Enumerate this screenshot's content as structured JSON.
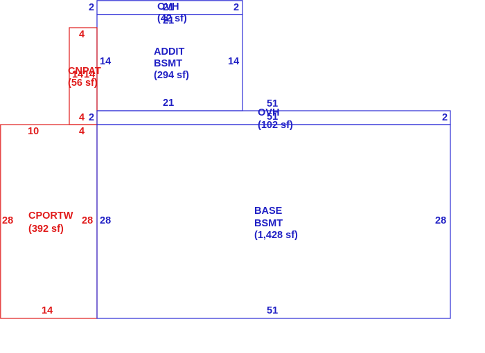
{
  "sketch": {
    "colors": {
      "building": "#2b2bd6",
      "exterior": "#e01b1b"
    },
    "areas": {
      "ovh_top": {
        "code": "OVH",
        "area": "(42 sf)"
      },
      "addit_bsmt": {
        "line1": "ADDIT",
        "line2": "BSMT",
        "area": "(294 sf)"
      },
      "cnpat": {
        "code": "CNPAT",
        "area": "(56 sf)"
      },
      "ovh_mid": {
        "code": "OVH",
        "area": "(102 sf)"
      },
      "cportw": {
        "code": "CPORTW",
        "area": "(392 sf)"
      },
      "base_bsmt": {
        "line1": "BASE",
        "line2": "BSMT",
        "area": "(1,428 sf)"
      }
    },
    "dimensions": {
      "ovh_top_left": "2",
      "ovh_top_top": "21",
      "ovh_top_bottom": "21",
      "ovh_top_right": "2",
      "addit_left": "14",
      "addit_right": "14",
      "addit_bottom": "21",
      "cnpat_top": "4",
      "cnpat_side": "14",
      "cnpat_side_2": "14",
      "cnpat_bottom": "4",
      "ovh_mid_left": "2",
      "ovh_mid_top": "51",
      "ovh_mid_bottom": "51",
      "ovh_mid_right": "2",
      "cportw_top": "10",
      "cportw_top_right": "4",
      "cportw_left": "28",
      "cportw_right": "28",
      "cportw_bottom": "14",
      "base_left": "28",
      "base_right": "28",
      "base_bottom": "51"
    }
  }
}
